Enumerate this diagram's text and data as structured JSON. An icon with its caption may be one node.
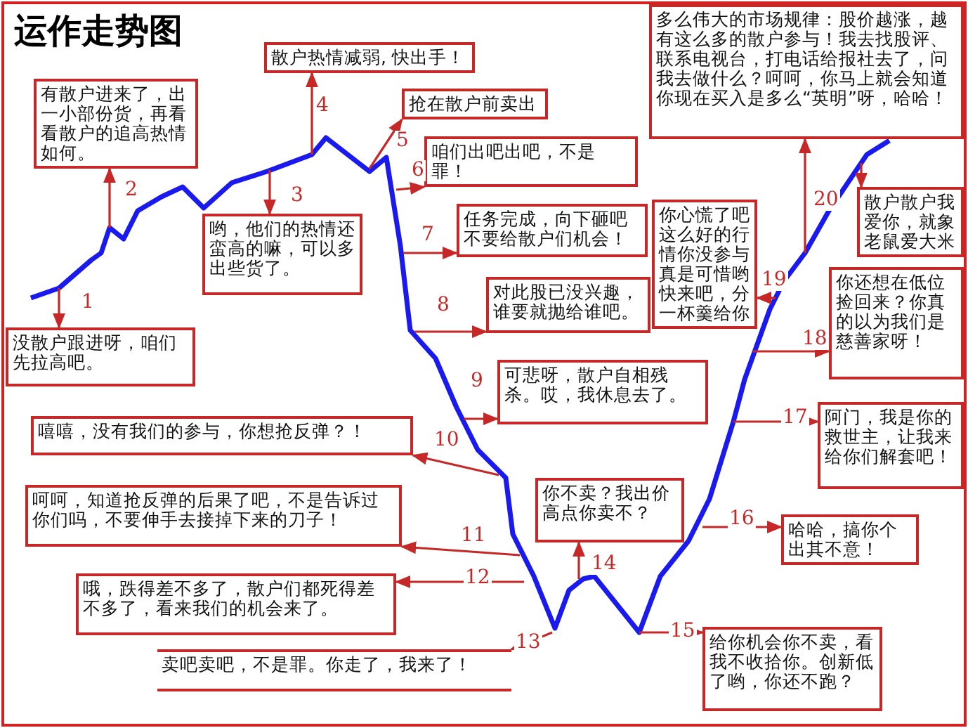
{
  "diagram": {
    "title": "运作走势图",
    "nodes": [
      {
        "text": [
          "散户热情减弱, 快出手！"
        ]
      },
      {
        "text": [
          "多么伟大的市场规律：股价越涨，越有这么多的散户参与！我去找股评、联系电视台，打电话给报社去了，问我去做什么？呵呵，你马上就会知道你现在买入是多么“英明”呀，哈哈！"
        ]
      },
      {
        "text": [
          "有散户进来了，出一小部份货，再看看散户的追高热情如何。"
        ]
      },
      {
        "text": [
          "抢在散户前卖出"
        ]
      },
      {
        "text": [
          "咱们出吧出吧，不是罪！"
        ]
      },
      {
        "text": [
          "哟，他们的热情还蛮高的嘛，可以多出些货了。"
        ]
      },
      {
        "text": [
          "任务完成，向下砸吧不要给散户们机会！"
        ]
      },
      {
        "text": [
          "你心慌了吧这么好的行情你没参与真是可惜哟快来吧，分一杯羹给你"
        ]
      },
      {
        "text": [
          "散户散户我爱你，就象老鼠爱大米"
        ]
      },
      {
        "text": [
          "没散户跟进呀，咱们先拉高吧。"
        ]
      },
      {
        "text": [
          "对此股已没兴趣，谁要就抛给谁吧。"
        ]
      },
      {
        "text": [
          "你还想在低位捡回来？你真的以为我们是慈善家呀！"
        ]
      },
      {
        "text": [
          "可悲呀，散户自相残杀。哎，我休息去了。"
        ]
      },
      {
        "text": [
          "嘻嘻，没有我们的参与，你想抢反弹？！"
        ]
      },
      {
        "text": [
          "阿门，我是你的救世主，让我来给你们解套吧！"
        ]
      },
      {
        "text": [
          "你不卖？我出价高点你卖不？"
        ]
      },
      {
        "text": [
          "呵呵，知道抢反弹的后果了吧，不是告诉过你们吗，不要伸手去接掉下来的刀子！"
        ]
      },
      {
        "text": [
          "哈哈，搞你个出其不意！"
        ]
      },
      {
        "text": [
          "哦，跌得差不多了，散户们都死得差不多了，看来我们的机会来了。"
        ]
      },
      {
        "text": [
          "卖吧卖吧，不是罪。你走了，我来了！"
        ]
      },
      {
        "text": [
          "给你机会你不卖，看我不收拾你。创新低了哟，你还不跑？"
        ]
      }
    ],
    "edges": [
      {
        "from": null,
        "to": 9,
        "arrow": "to",
        "label": "1"
      },
      {
        "from": null,
        "to": 2,
        "arrow": "to",
        "label": "2"
      },
      {
        "from": null,
        "to": 5,
        "arrow": "to",
        "label": "3"
      },
      {
        "from": null,
        "to": 0,
        "arrow": "to",
        "label": "4"
      },
      {
        "from": null,
        "to": 3,
        "arrow": "to",
        "label": "5"
      },
      {
        "from": null,
        "to": 4,
        "arrow": "to",
        "label": "6"
      },
      {
        "from": null,
        "to": 6,
        "arrow": "to",
        "label": "7"
      },
      {
        "from": null,
        "to": 10,
        "arrow": "to",
        "label": "8"
      },
      {
        "from": null,
        "to": 12,
        "arrow": "to",
        "label": "9"
      },
      {
        "from": null,
        "to": 13,
        "arrow": "to",
        "label": "10"
      },
      {
        "from": null,
        "to": 16,
        "arrow": "to",
        "label": "11"
      },
      {
        "from": null,
        "to": 18,
        "arrow": "to",
        "label": "12"
      },
      {
        "from": null,
        "to": 19,
        "arrow": "to",
        "label": "13"
      },
      {
        "from": null,
        "to": 15,
        "arrow": "to",
        "label": "14"
      },
      {
        "from": null,
        "to": 20,
        "arrow": "to",
        "label": "15"
      },
      {
        "from": null,
        "to": 17,
        "arrow": "to",
        "label": "16"
      },
      {
        "from": null,
        "to": 14,
        "arrow": "to",
        "label": "17"
      },
      {
        "from": null,
        "to": 11,
        "arrow": "to",
        "label": "18"
      },
      {
        "from": null,
        "to": 7,
        "arrow": "to",
        "label": "19"
      },
      {
        "from": null,
        "to": 1,
        "arrow": "to",
        "label": "20"
      },
      {
        "from": null,
        "to": 8,
        "arrow": "to"
      }
    ]
  }
}
